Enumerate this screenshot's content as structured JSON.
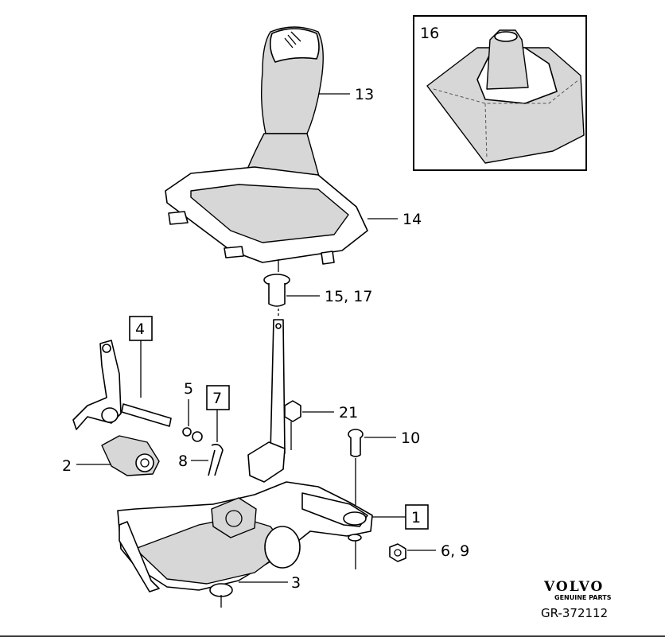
{
  "callouts": {
    "c1": "1",
    "c2": "2",
    "c3": "3",
    "c4": "4",
    "c5": "5",
    "c69": "6, 9",
    "c7": "7",
    "c8": "8",
    "c10": "10",
    "c13": "13",
    "c14": "14",
    "c1517": "15, 17",
    "c16": "16",
    "c21": "21"
  },
  "branding": {
    "logo_text": "VOLVO",
    "logo_subtext": "GENUINE PARTS",
    "reference": "GR-372112"
  },
  "colors": {
    "line": "#000000",
    "shade": "#d7d7d7",
    "background": "#ffffff"
  }
}
